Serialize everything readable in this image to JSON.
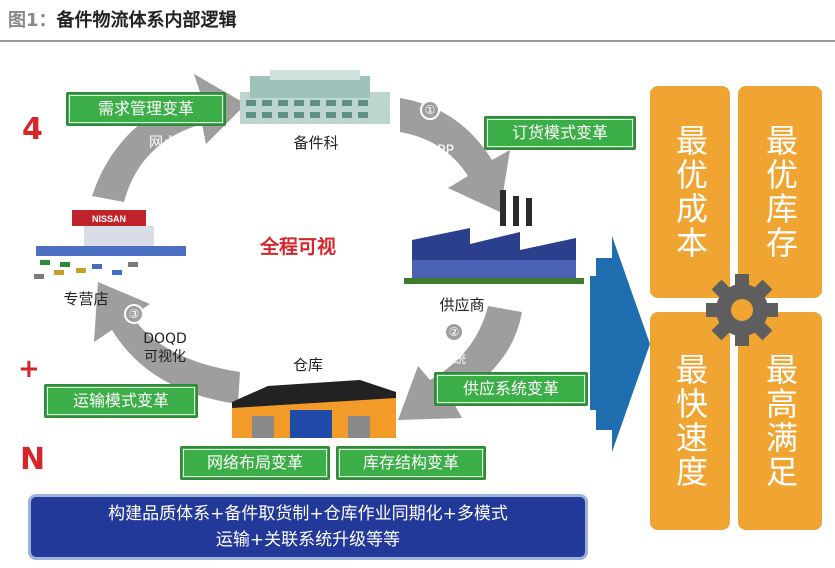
{
  "title": {
    "prefix": "图1：",
    "text": "备件物流体系内部逻辑"
  },
  "markers": {
    "four": "4",
    "plus": "+",
    "n": "N"
  },
  "nodes": {
    "parts_dept": "备件科",
    "supplier": "供应商",
    "warehouse": "仓库",
    "dealer": "专营店",
    "center": "全程可视"
  },
  "arrows": {
    "a1": {
      "num": "①",
      "label": "SPP"
    },
    "a2": {
      "num": "②",
      "label": "协同系统"
    },
    "a3": {
      "num": "③",
      "label": "DOQD\n可视化"
    },
    "a4": {
      "label": "网点\n订单"
    }
  },
  "reforms": {
    "demand": "需求管理变革",
    "ordering": "订货模式变革",
    "supply": "供应系统变革",
    "transport": "运输模式变革",
    "network": "网络布局变革",
    "inventory": "库存结构变革"
  },
  "goals": {
    "cost": "最优成本",
    "stock": "最优库存",
    "speed": "最快速度",
    "satisfaction": "最高满足"
  },
  "bottom": {
    "line1": "构建品质体系+备件取货制+仓库作业同期化+多模式",
    "line2": "运输+关联系统升级等等"
  },
  "colors": {
    "green": "#3cae47",
    "orange": "#f0a432",
    "blue_arrow": "#1f6fb0",
    "bottom_box": "#23399a",
    "red": "#d7262b",
    "gray_arrow": "#9e9e9e"
  }
}
